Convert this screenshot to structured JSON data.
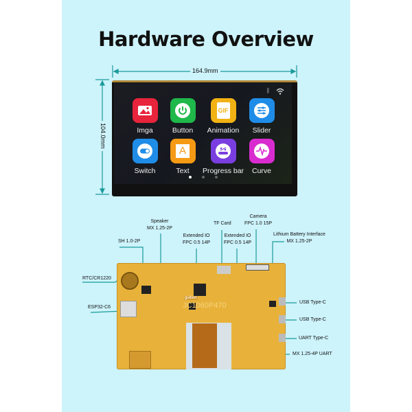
{
  "title": "Hardware Overview",
  "dimensions": {
    "width": "164.9mm",
    "height": "104.0mm"
  },
  "status_icons": [
    "bluetooth-icon",
    "wifi-icon"
  ],
  "apps": [
    {
      "label": "Imga",
      "icon": "image-icon",
      "color": "#e8243c"
    },
    {
      "label": "Button",
      "icon": "power-icon",
      "color": "#1fb84a"
    },
    {
      "label": "Animation",
      "icon": "gif-icon",
      "color": "#f2b214"
    },
    {
      "label": "Slider",
      "icon": "slider-icon",
      "color": "#1f8de8"
    },
    {
      "label": "Switch",
      "icon": "toggle-icon",
      "color": "#1f8de8"
    },
    {
      "label": "Text",
      "icon": "text-icon",
      "color": "#f59a14"
    },
    {
      "label": "Progress bar",
      "icon": "progress-icon",
      "color": "#7a3ee0"
    },
    {
      "label": "Curve",
      "icon": "waveform-icon",
      "color": "#d92cd0"
    }
  ],
  "page_dots": 3,
  "board": {
    "brand": "guition",
    "model": "JC1060P470"
  },
  "callouts": {
    "sh": "SH 1.0-2P",
    "speaker": [
      "Speaker",
      "MX 1.25-2P"
    ],
    "ext_io_1": [
      "Extended IO",
      "FPC 0.5 14P"
    ],
    "tf_card": "TF Card",
    "ext_io_2": [
      "Extended IO",
      "FPC 0.5 14P"
    ],
    "camera": [
      "Camera",
      "FPC 1.0 15P"
    ],
    "battery": [
      "Lithium Battery Interface",
      "MX 1.25-2P"
    ],
    "rtc": "RTC/CR1220",
    "esp": "ESP32-C6",
    "usb1": "USB Type-C",
    "usb2": "USB Type-C",
    "uart": "UART Type-C",
    "mx_uart": "MX 1.25-4P UART"
  },
  "colors": {
    "background": "#cdf3fb",
    "leader_line": "#1a9a9a",
    "pcb": "#e8b23a"
  }
}
